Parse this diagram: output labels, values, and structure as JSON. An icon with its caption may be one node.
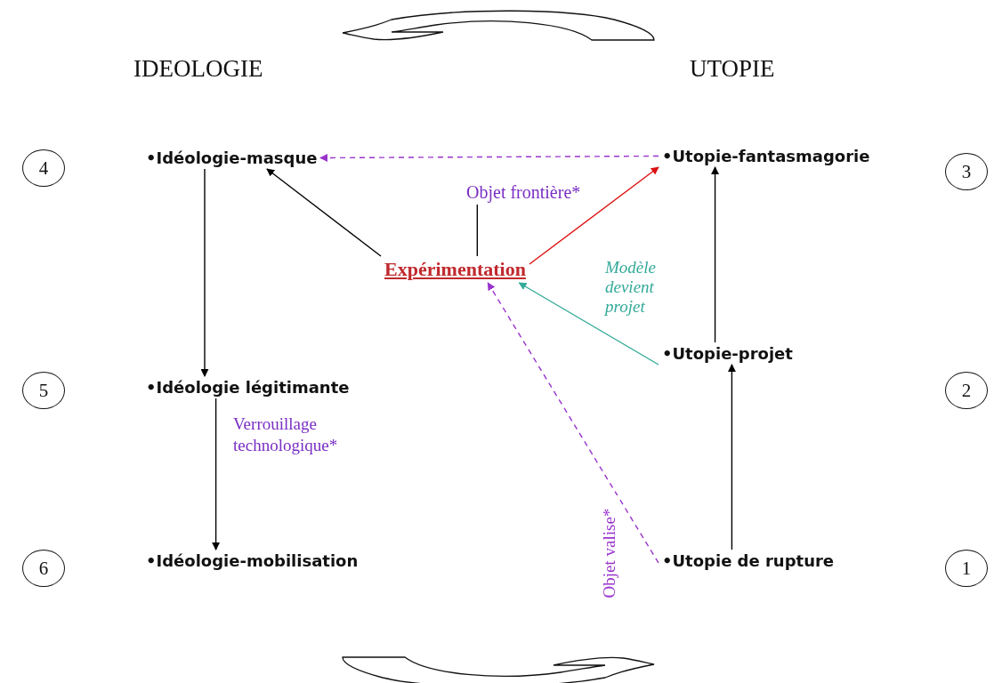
{
  "diagram": {
    "nodes": [
      {
        "text": [
          "4"
        ]
      },
      {
        "text": [
          "•Idéologie-masque"
        ]
      },
      {
        "text": [
          "•Utopie-fantasmagorie"
        ]
      },
      {
        "text": [
          "3"
        ]
      },
      {
        "text": [
          "Objet frontière*"
        ]
      },
      {
        "text": [
          "Expérimentation"
        ]
      },
      {
        "text": [
          "5"
        ]
      },
      {
        "text": [
          "•Idéologie légitimante"
        ]
      },
      {
        "text": [
          "•Utopie-projet"
        ]
      },
      {
        "text": [
          "2"
        ]
      },
      {
        "text": [
          "•Idéologie-mobilisation"
        ]
      },
      {
        "text": [
          "•Utopie de rupture"
        ]
      },
      {
        "text": [
          "6"
        ]
      },
      {
        "text": [
          "1"
        ]
      }
    ],
    "edges": [
      {
        "from": 2,
        "to": 1,
        "arrow": "to",
        "style": "dashed",
        "color": "#9933cc"
      },
      {
        "from": 5,
        "to": 1,
        "arrow": "to"
      },
      {
        "from": 5,
        "to": 2,
        "arrow": "to",
        "color": "#dd1111"
      },
      {
        "from": 4,
        "to": 5,
        "arrow": "none"
      },
      {
        "from": 8,
        "to": 5,
        "arrow": "to",
        "color": "#33aa99",
        "label": "Modèle devient projet"
      },
      {
        "from": 1,
        "to": 7,
        "arrow": "to"
      },
      {
        "from": 7,
        "to": 10,
        "arrow": "to",
        "label": "Verrouillage technologique*"
      },
      {
        "from": 11,
        "to": 8,
        "arrow": "to"
      },
      {
        "from": 8,
        "to": 2,
        "arrow": "to"
      },
      {
        "from": 11,
        "to": 5,
        "arrow": "to",
        "style": "dashed",
        "color": "#9933cc",
        "label": "Objet valise*"
      }
    ],
    "labels": [
      "IDEOLOGIE",
      "UTOPIE"
    ]
  }
}
